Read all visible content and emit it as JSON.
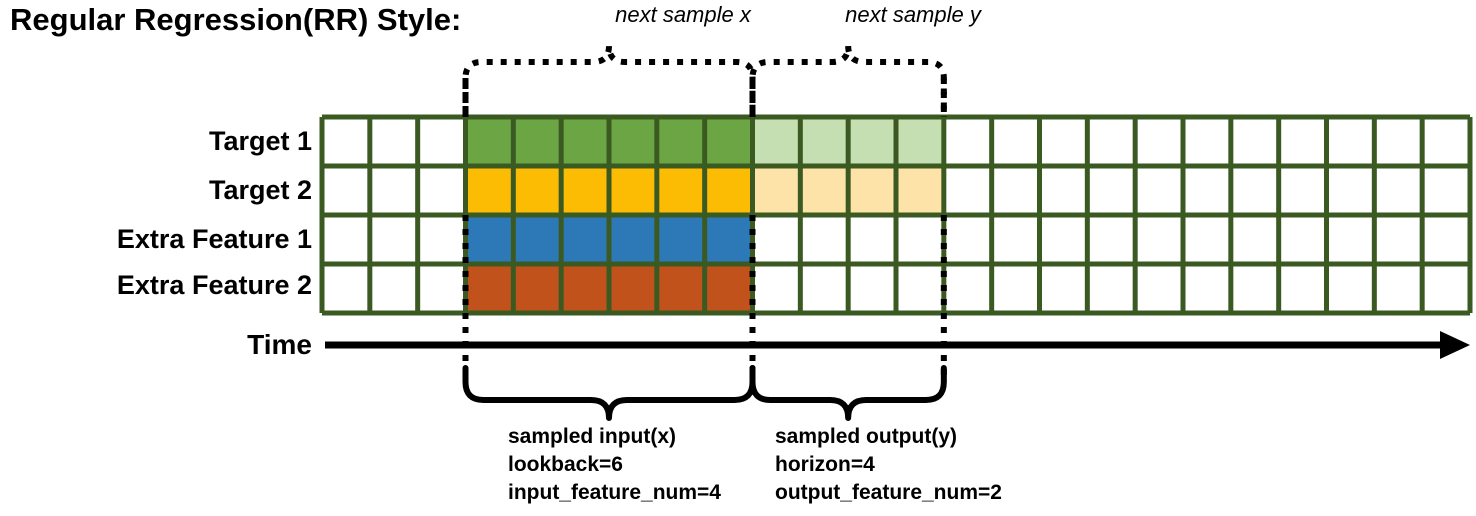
{
  "title": "Regular Regression(RR) Style:",
  "rows": [
    {
      "label": "Target 1",
      "color_key": "green",
      "faded_key": "green_light"
    },
    {
      "label": "Target 2",
      "color_key": "gold",
      "faded_key": "gold_light"
    },
    {
      "label": "Extra Feature 1",
      "color_key": "blue",
      "faded_key": null
    },
    {
      "label": "Extra Feature 2",
      "color_key": "orange",
      "faded_key": null
    }
  ],
  "axis": {
    "label": "Time"
  },
  "grid": {
    "columns": 24,
    "lead_blank_columns": 3,
    "input_columns": 6,
    "output_columns": 4,
    "trailing_blank_columns": 11
  },
  "top_braces": [
    {
      "label": "next sample x"
    },
    {
      "label": "next sample y"
    }
  ],
  "bottom_captions": [
    {
      "title": "sampled input(x)",
      "line2": "lookback=6",
      "line3": "input_feature_num=4"
    },
    {
      "title": "sampled output(y)",
      "line2": "horizon=4",
      "line3": "output_feature_num=2"
    }
  ],
  "colors": {
    "grid_line": "#3A5A22",
    "cell_blank": "#FFFFFF",
    "green": "#6CA644",
    "green_light": "#C5DFB3",
    "gold": "#FCBC04",
    "gold_light": "#FDE3A7",
    "blue": "#2D79B8",
    "orange": "#C1521B",
    "ink": "#000000"
  }
}
